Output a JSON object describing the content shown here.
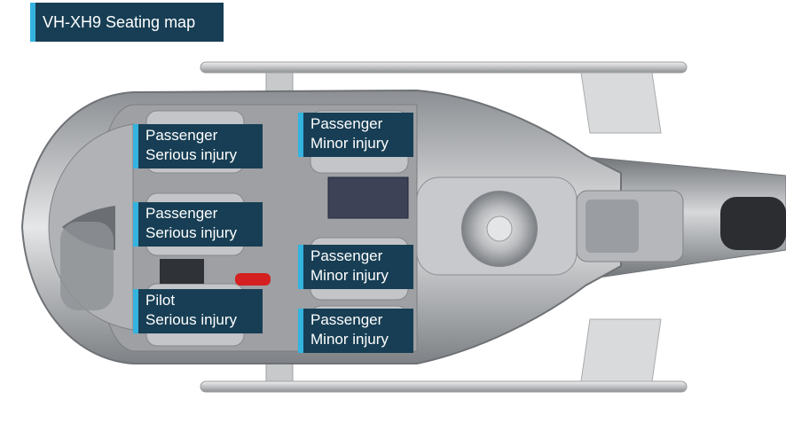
{
  "title": "VH-XH9 Seating map",
  "colors": {
    "label_bg": "#173e54",
    "label_accent": "#34b3e0",
    "text": "#ffffff"
  },
  "seats": [
    {
      "id": "seat-rear-left-top",
      "role": "Passenger",
      "injury": "Serious injury"
    },
    {
      "id": "seat-rear-left-middle",
      "role": "Passenger",
      "injury": "Serious injury"
    },
    {
      "id": "seat-front-left",
      "role": "Pilot",
      "injury": "Serious injury"
    },
    {
      "id": "seat-rear-right-top",
      "role": "Passenger",
      "injury": "Minor injury"
    },
    {
      "id": "seat-rear-right-middle",
      "role": "Passenger",
      "injury": "Minor injury"
    },
    {
      "id": "seat-rear-right-bottom",
      "role": "Passenger",
      "injury": "Minor injury"
    }
  ]
}
